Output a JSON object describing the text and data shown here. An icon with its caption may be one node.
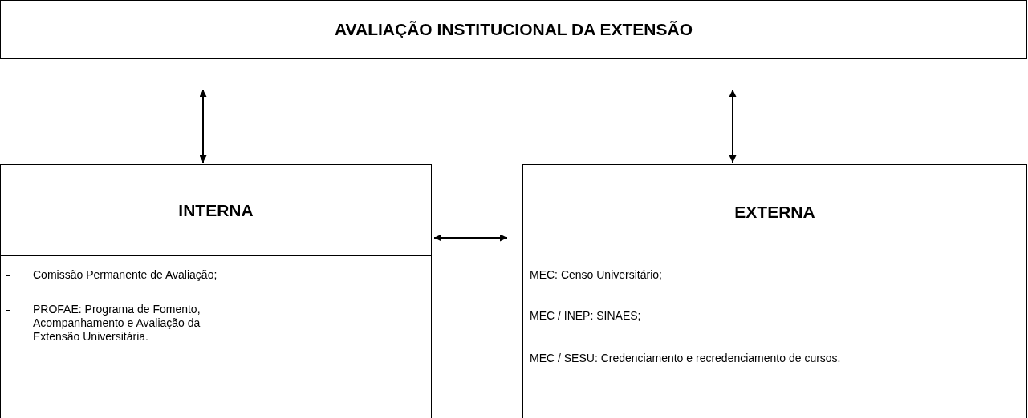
{
  "diagram": {
    "nodes": [
      {
        "text": [
          "AVALIAÇÃO INSTITUCIONAL DA EXTENSÃO"
        ]
      },
      {
        "text": [
          "INTERNA",
          "Comissão Permanente de Avaliação;",
          "PROFAE: Programa de Fomento, Acompanhamento e Avaliação da Extensão Universitária."
        ]
      },
      {
        "text": [
          "EXTERNA",
          "MEC: Censo Universitário;",
          "MEC / INEP: SINAES;",
          "MEC / SESU: Credenciamento e recredenciamento de cursos."
        ]
      }
    ],
    "edges": [
      {
        "from": null,
        "to": 1,
        "arrow": "both"
      },
      {
        "from": null,
        "to": 2,
        "arrow": "both"
      },
      {
        "from": 1,
        "to": 2,
        "arrow": "both"
      }
    ]
  }
}
